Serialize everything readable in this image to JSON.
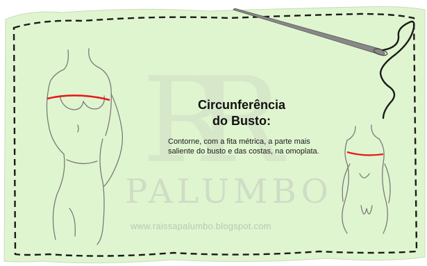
{
  "title": {
    "line1": "Circunferência",
    "line2": "do Busto:"
  },
  "description": "Contorne, com a fita métrica, a parte mais saliente do busto e das costas, na omoplata.",
  "watermark": {
    "brand": "PALUMBO",
    "monogram": "RR",
    "url": "www.raissapalumbo.blogspot.com"
  },
  "colors": {
    "fabric": "#dff5cf",
    "stitch": "#1a1a1a",
    "measure_line": "#e31d1d",
    "body_outline": "#7a7a7a",
    "watermark": "#cfdcc7"
  },
  "icons": [
    "sewing-needle-icon",
    "thread-icon"
  ]
}
